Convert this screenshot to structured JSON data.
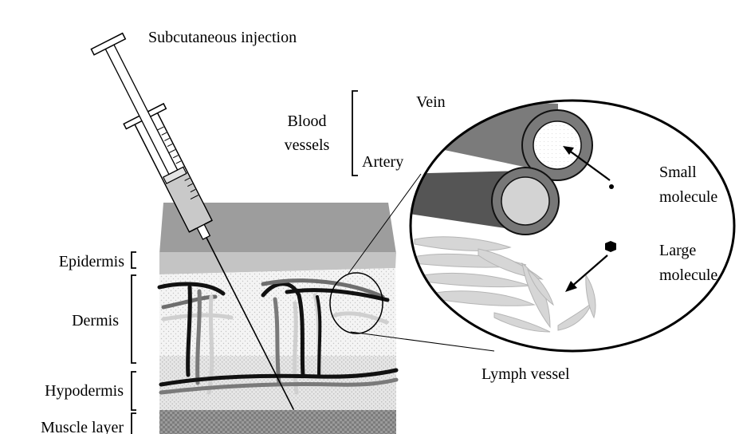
{
  "title": "Subcutaneous injection",
  "layers": {
    "epidermis": "Epidermis",
    "dermis": "Dermis",
    "hypodermis": "Hypodermis",
    "muscle": "Muscle layer"
  },
  "blood_vessels": {
    "label_line1": "Blood",
    "label_line2": "vessels",
    "vein": "Vein",
    "artery": "Artery"
  },
  "molecules": {
    "small_line1": "Small",
    "small_line2": "molecule",
    "large_line1": "Large",
    "large_line2": "molecule"
  },
  "lymph": "Lymph vessel"
}
